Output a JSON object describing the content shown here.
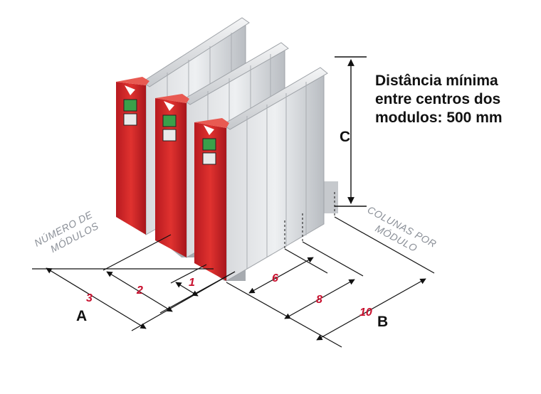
{
  "note": {
    "line1": "Distância mínima",
    "line2": "entre centros dos",
    "line3": "modulos: 500 mm"
  },
  "axis_labels": {
    "modules_line1": "NÚMERO DE",
    "modules_line2": "MÓDULOS",
    "columns_line1": "COLUNAS POR",
    "columns_line2": "MÓDULO"
  },
  "dimensions": {
    "a": "A",
    "b": "B",
    "c": "C"
  },
  "module_counts": [
    "1",
    "2",
    "3"
  ],
  "column_counts": [
    "6",
    "8",
    "10"
  ],
  "colors": {
    "accent_red": "#c8102e",
    "panel_red": "#d3262b",
    "body_gray": "#c9ccd0",
    "line": "#111111",
    "axis_text": "#8a8f97"
  }
}
